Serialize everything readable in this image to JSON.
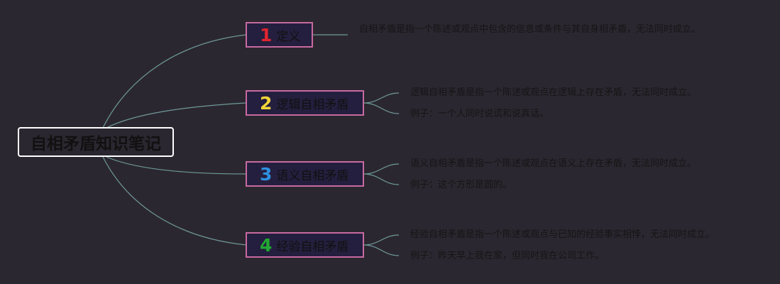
{
  "root": {
    "title": "自相矛盾知识笔记"
  },
  "colors": {
    "line": "#6e9a9a",
    "node_border": "#c86aa0",
    "node_bg": "#241f3e",
    "root_border": "#ffffff"
  },
  "branches": [
    {
      "number": "1",
      "number_color": "#e0242e",
      "label": "定义",
      "details": [
        "自相矛盾是指一个陈述或观点中包含的信息或条件与其自身相矛盾，无法同时成立。"
      ]
    },
    {
      "number": "2",
      "number_color": "#f2d43a",
      "label": "逻辑自相矛盾",
      "details": [
        "逻辑自相矛盾是指一个陈述或观点在逻辑上存在矛盾，无法同时成立。",
        "例子：一个人同时说谎和说真话。"
      ]
    },
    {
      "number": "3",
      "number_color": "#2f8fe0",
      "label": "语义自相矛盾",
      "details": [
        "语义自相矛盾是指一个陈述或观点在语义上存在矛盾，无法同时成立。",
        "例子：这个方形是圆的。"
      ]
    },
    {
      "number": "4",
      "number_color": "#22a832",
      "label": "经验自相矛盾",
      "details": [
        "经验自相矛盾是指一个陈述或观点与已知的经验事实相悖，无法同时成立。",
        "例子：昨天早上我在家，但同时我在公司工作。"
      ]
    }
  ]
}
